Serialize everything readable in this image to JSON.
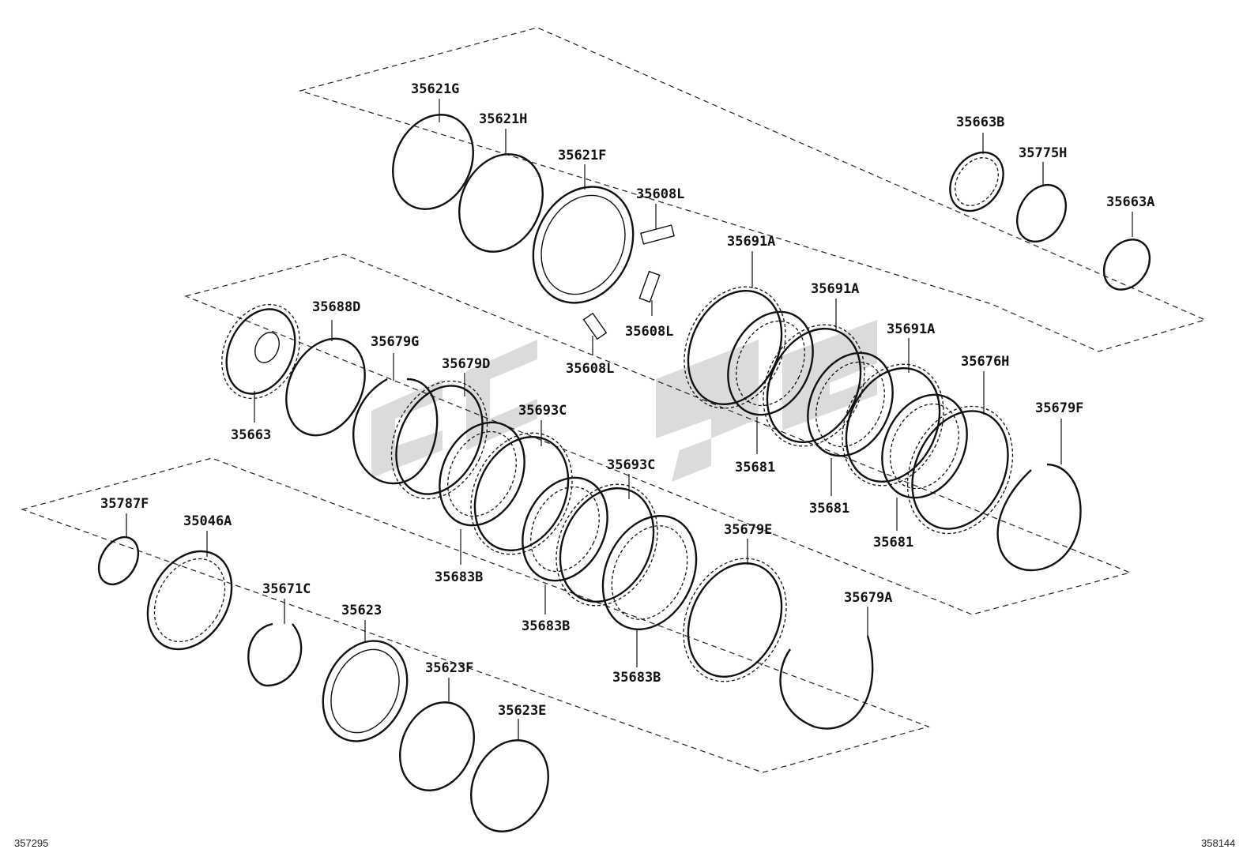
{
  "diagram": {
    "part_numbers": {
      "p35621G": "35621G",
      "p35621H": "35621H",
      "p35621F": "35621F",
      "p35608L_a": "35608L",
      "p35608L_b": "35608L",
      "p35608L_c": "35608L",
      "p35663B": "35663B",
      "p35775H": "35775H",
      "p35663A": "35663A",
      "p35691A_a": "35691A",
      "p35691A_b": "35691A",
      "p35691A_c": "35691A",
      "p35688D": "35688D",
      "p35679G": "35679G",
      "p35679D": "35679D",
      "p35663": "35663",
      "p35693C_a": "35693C",
      "p35693C_b": "35693C",
      "p35676H": "35676H",
      "p35679F": "35679F",
      "p35681_a": "35681",
      "p35681_b": "35681",
      "p35681_c": "35681",
      "p35787F": "35787F",
      "p35046A": "35046A",
      "p35683B_a": "35683B",
      "p35683B_b": "35683B",
      "p35683B_c": "35683B",
      "p35679E": "35679E",
      "p35671C": "35671C",
      "p35623": "35623",
      "p35679A": "35679A",
      "p35623F": "35623F",
      "p35623E": "35623E"
    },
    "corner_codes": {
      "bottom_left": "357295",
      "bottom_right": "358144"
    }
  }
}
